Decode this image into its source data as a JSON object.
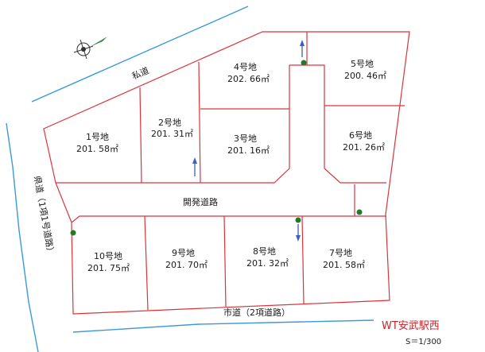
{
  "title": "WT安武駅西",
  "scale": "S＝1/300",
  "roads": {
    "private_road": "私道",
    "prefectural_road": "県道（1項1号道路）",
    "development_road": "開発道路",
    "city_road": "市道（2項道路）"
  },
  "lots": [
    {
      "name": "1号地",
      "area": "201. 58㎡"
    },
    {
      "name": "2号地",
      "area": "201. 31㎡"
    },
    {
      "name": "3号地",
      "area": "201. 16㎡"
    },
    {
      "name": "4号地",
      "area": "202. 66㎡"
    },
    {
      "name": "5号地",
      "area": "200. 46㎡"
    },
    {
      "name": "6号地",
      "area": "201. 26㎡"
    },
    {
      "name": "7号地",
      "area": "201. 58㎡"
    },
    {
      "name": "8号地",
      "area": "201. 32㎡"
    },
    {
      "name": "9号地",
      "area": "201. 70㎡"
    },
    {
      "name": "10号地",
      "area": "201. 75㎡"
    }
  ],
  "icons": {
    "compass": "north-compass-icon",
    "marker": "boundary-marker-dot-icon",
    "arrow": "entrance-arrow-icon"
  }
}
